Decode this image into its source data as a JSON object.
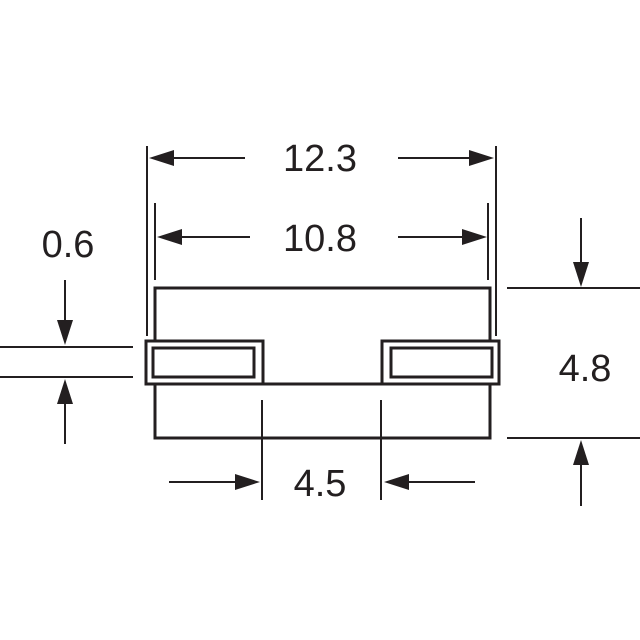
{
  "drawing": {
    "units": "",
    "line_color": "#231f20",
    "background": "#ffffff",
    "dimensions": {
      "overall_width": "12.3",
      "body_width": "10.8",
      "height": "4.8",
      "gap_width": "4.5",
      "lead_thickness": "0.6"
    }
  }
}
